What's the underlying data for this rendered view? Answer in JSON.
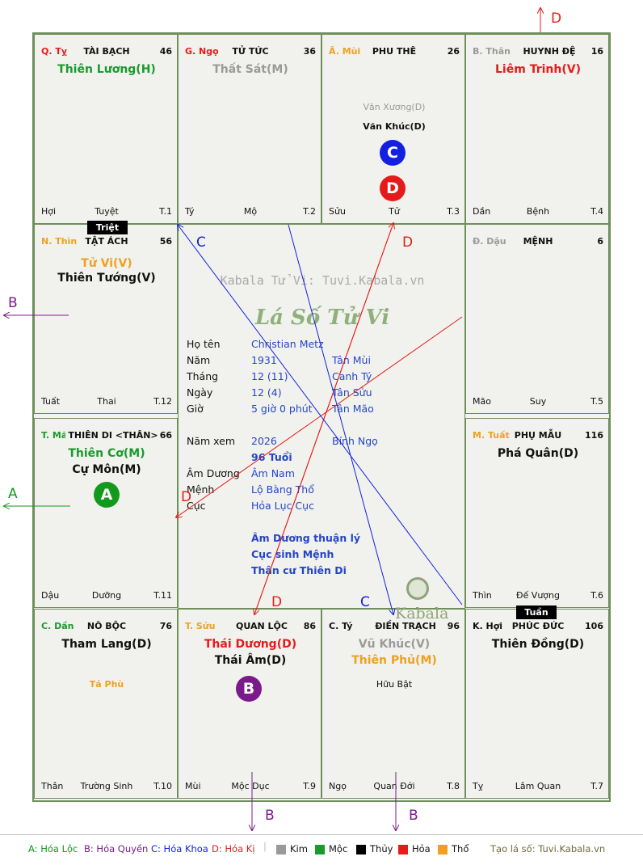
{
  "palaces": [
    {
      "branch": "Q. Tỵ",
      "palace": "TÀI BẠCH",
      "age": "46",
      "star1": "Thiên Lương(H)",
      "star2": "",
      "minor": [],
      "bl": "Hợi",
      "bc": "Tuyệt",
      "br": "T.1"
    },
    {
      "branch": "G. Ngọ",
      "palace": "TỬ TỨC",
      "age": "36",
      "star1": "Thất Sát(M)",
      "star2": "",
      "minor": [],
      "bl": "Tý",
      "bc": "Mộ",
      "br": "T.2"
    },
    {
      "branch": "Ã. Mùi",
      "palace": "PHU THÊ",
      "age": "26",
      "star1": "",
      "star2": "",
      "minor": [
        "Văn Xương(D)",
        "Văn Khúc(D)"
      ],
      "bl": "Sửu",
      "bc": "Tử",
      "br": "T.3"
    },
    {
      "branch": "B. Thân",
      "palace": "HUYNH ĐỆ",
      "age": "16",
      "star1": "Liêm Trinh(V)",
      "star2": "",
      "minor": [],
      "bl": "Dần",
      "bc": "Bệnh",
      "br": "T.4"
    },
    {
      "branch": "N. Thìn",
      "palace": "TẬT ÁCH",
      "age": "56",
      "star1": "Tử Vi(V)",
      "star2": "Thiên Tướng(V)",
      "minor": [],
      "bl": "Tuất",
      "bc": "Thai",
      "br": "T.12"
    },
    {
      "branch": "Đ. Dậu",
      "palace": "MỆNH",
      "age": "6",
      "star1": "",
      "star2": "",
      "minor": [],
      "bl": "Mão",
      "bc": "Suy",
      "br": "T.5"
    },
    {
      "branch": "T. Mão",
      "palace": "THIÊN DI <THÂN>",
      "age": "66",
      "star1": "Thiên Cơ(M)",
      "star2": "Cự Môn(M)",
      "minor": [],
      "bl": "Dậu",
      "bc": "Dưỡng",
      "br": "T.11"
    },
    {
      "branch": "M. Tuất",
      "palace": "PHỤ MẪU",
      "age": "116",
      "star1": "Phá Quân(D)",
      "star2": "",
      "minor": [],
      "bl": "Thìn",
      "bc": "Đế Vượng",
      "br": "T.6"
    },
    {
      "branch": "C. Dần",
      "palace": "NÔ BỘC",
      "age": "76",
      "star1": "Tham Lang(D)",
      "star2": "",
      "minor": [
        "Tả Phù"
      ],
      "bl": "Thân",
      "bc": "Trường Sinh",
      "br": "T.10"
    },
    {
      "branch": "T. Sửu",
      "palace": "QUAN LỘC",
      "age": "86",
      "star1": "Thái Dương(D)",
      "star2": "Thái Âm(D)",
      "minor": [],
      "bl": "Mùi",
      "bc": "Mộc Dục",
      "br": "T.9"
    },
    {
      "branch": "C. Tý",
      "palace": "ĐIỀN TRẠCH",
      "age": "96",
      "star1": "Vũ Khúc(V)",
      "star2": "Thiên Phủ(M)",
      "minor": [
        "Hữu Bật"
      ],
      "bl": "Ngọ",
      "bc": "Quan Đới",
      "br": "T.8"
    },
    {
      "branch": "K. Hợi",
      "palace": "PHÚC ĐỨC",
      "age": "106",
      "star1": "Thiên Đồng(D)",
      "star2": "",
      "minor": [],
      "bl": "Tỵ",
      "bc": "Lâm Quan",
      "br": "T.7"
    }
  ],
  "badges": {
    "triet": "Triệt",
    "tuan": "Tuần"
  },
  "center": {
    "watermark": "Kabala Tử Vi: Tuvi.Kabala.vn",
    "title": "Lá Số Tử Vi",
    "ho_ten_label": "Họ tên",
    "ho_ten": "Christian Metz",
    "nam_label": "Năm",
    "nam": "1931",
    "nam_can_chi": "Tân Mùi",
    "thang_label": "Tháng",
    "thang": "12  (11)",
    "thang_can_chi": "Canh Tý",
    "ngay_label": "Ngày",
    "ngay": "12  (4)",
    "ngay_can_chi": "Tân Sửu",
    "gio_label": "Giờ",
    "gio": "5 giờ 0 phút",
    "gio_can_chi": "Tân Mão",
    "nam_xem_label": "Năm xem",
    "nam_xem": "2026",
    "nam_xem_can_chi": "Bính Ngọ",
    "tuoi": "96 Tuổi",
    "am_duong_label": "Âm Dương",
    "am_duong": "Âm Nam",
    "menh_label": "Mệnh",
    "menh": "Lộ Bàng Thổ",
    "cuc_label": "Cục",
    "cuc": "Hỏa Lục Cục",
    "note1": "Âm Dương thuận lý",
    "note2": "Cục sinh Mệnh",
    "note3": "Thân cư Thiên Di",
    "logo": "Kabala"
  },
  "markers": {
    "A": "A",
    "B": "B",
    "C": "C",
    "D": "D"
  },
  "arrow_labels": {
    "top": "D",
    "left_b": "B",
    "left_a": "A",
    "bottom1": "B",
    "bottom2": "B",
    "c1": "C",
    "d1": "D",
    "d2": "D",
    "c2": "C",
    "d3": "D"
  },
  "legend": {
    "a": "A: Hóa Lộc",
    "b": "B: Hóa Quyền",
    "c": "C: Hóa Khoa",
    "d": "D: Hóa Kị",
    "kim": "Kim",
    "moc": "Mộc",
    "thuy": "Thủy",
    "hoa": "Hỏa",
    "tho": "Thổ",
    "footer": "Tạo lá số: Tuvi.Kabala.vn"
  },
  "colors": {
    "kim": "#999999",
    "moc": "#1b9a2c",
    "thuy": "#000000",
    "hoa": "#e51b1b",
    "tho": "#f0a020",
    "A": "#119a1b",
    "B": "#7b1a8c",
    "C": "#1420e0",
    "D": "#e51b1b"
  }
}
